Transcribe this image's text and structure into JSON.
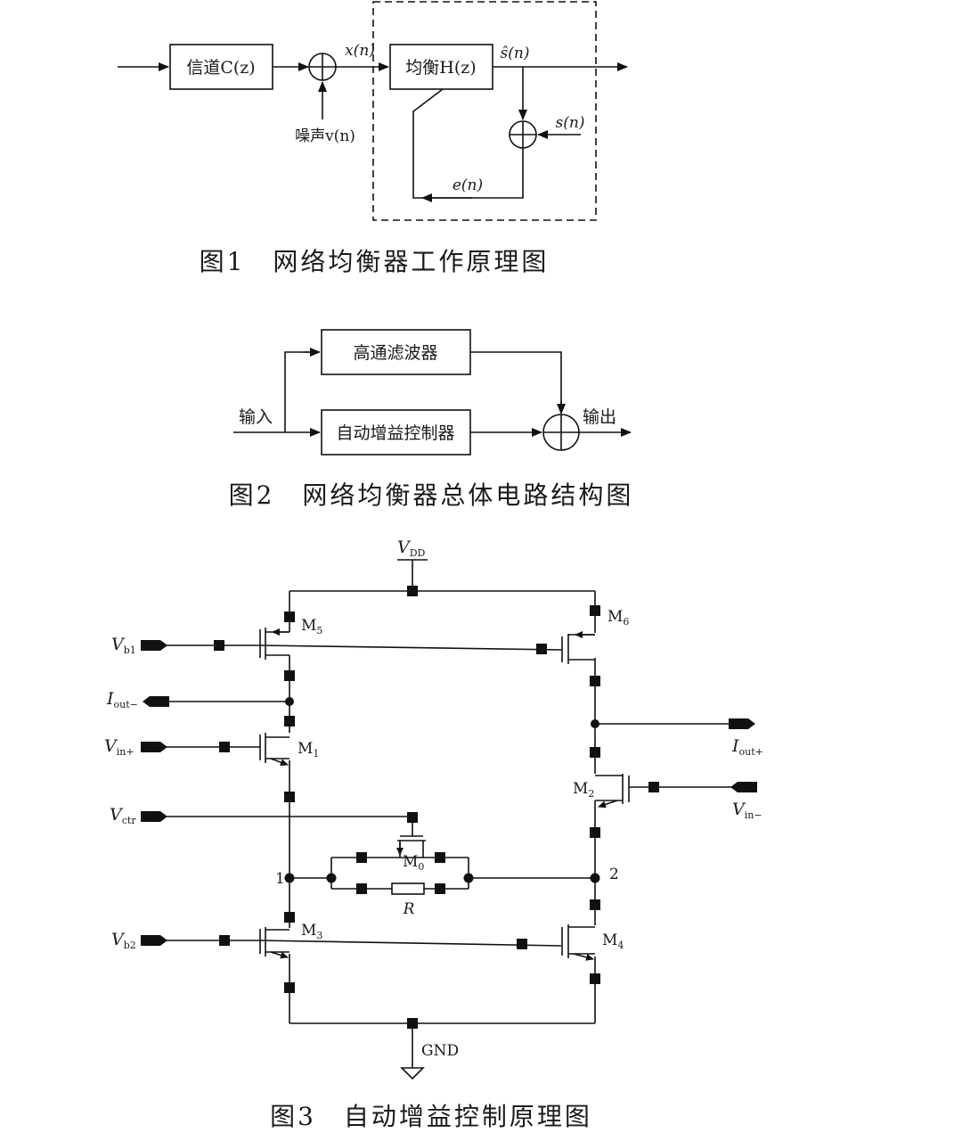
{
  "figure1": {
    "channel_block": "信道C(z)",
    "equalizer_block": "均衡H(z)",
    "noise_label": "噪声v(n)",
    "x_signal": "x(n)",
    "s_hat_signal": "ŝ(n)",
    "s_signal": "s(n)",
    "e_signal": "e(n)",
    "caption": "图1　网络均衡器工作原理图"
  },
  "figure2": {
    "highpass_block": "高通滤波器",
    "agc_block": "自动增益控制器",
    "input_label": "输入",
    "output_label": "输出",
    "caption": "图2　网络均衡器总体电路结构图"
  },
  "figure3": {
    "vdd": {
      "main": "V",
      "sub": "DD"
    },
    "gnd": "GND",
    "vb1": {
      "main": "V",
      "sub": "b1"
    },
    "iout_minus": {
      "main": "I",
      "sub": "out−"
    },
    "vin_plus": {
      "main": "V",
      "sub": "in+"
    },
    "vctr": {
      "main": "V",
      "sub": "ctr"
    },
    "vb2": {
      "main": "V",
      "sub": "b2"
    },
    "iout_plus": {
      "main": "I",
      "sub": "out+"
    },
    "vin_minus": {
      "main": "V",
      "sub": "in−"
    },
    "m0": {
      "main": "M",
      "sub": "0"
    },
    "m1": {
      "main": "M",
      "sub": "1"
    },
    "m2": {
      "main": "M",
      "sub": "2"
    },
    "m3": {
      "main": "M",
      "sub": "3"
    },
    "m4": {
      "main": "M",
      "sub": "4"
    },
    "m5": {
      "main": "M",
      "sub": "5"
    },
    "m6": {
      "main": "M",
      "sub": "6"
    },
    "resistor": "R",
    "node1": "1",
    "node2": "2",
    "caption": "图3　自动增益控制原理图"
  }
}
